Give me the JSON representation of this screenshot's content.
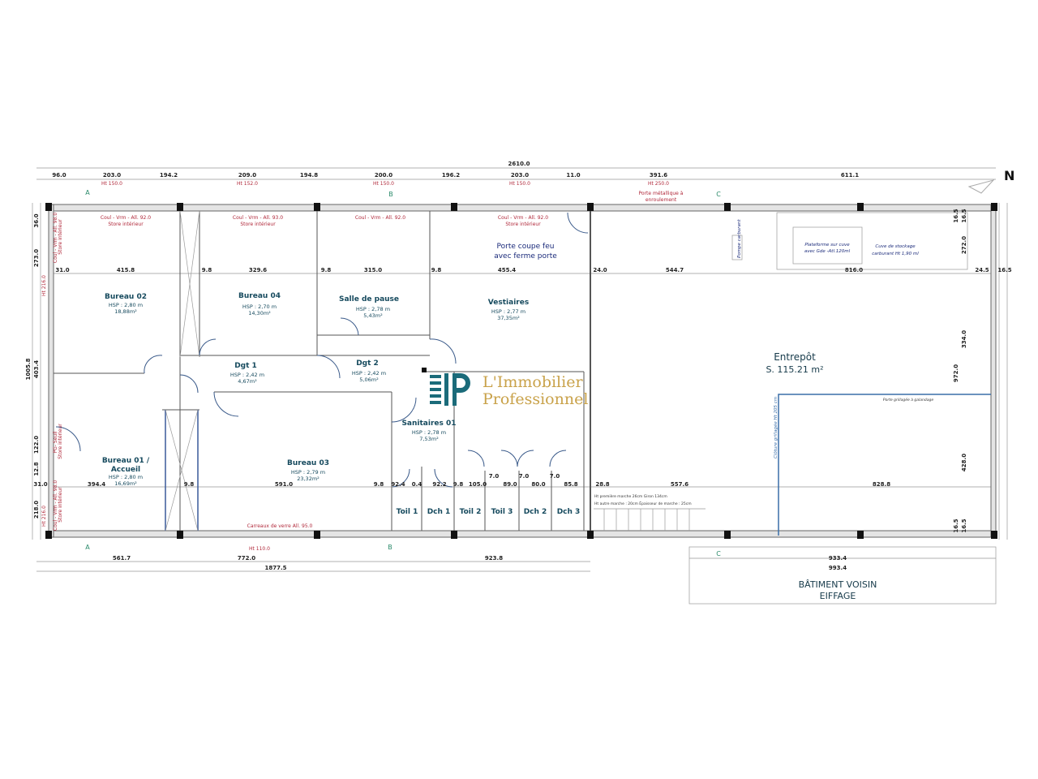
{
  "dimensions": {
    "total_top": "2610.0",
    "top_row": [
      "96.0",
      "203.0",
      "194.2",
      "209.0",
      "194.8",
      "200.0",
      "196.2",
      "203.0",
      "11.0",
      "391.6",
      "611.1"
    ],
    "top_heights": [
      "Ht 150.0",
      "Ht 152.0",
      "Ht 150.0",
      "Ht 150.0",
      "Ht 250.0"
    ],
    "inner_top": [
      "31.0",
      "415.8",
      "9.8",
      "329.6",
      "9.8",
      "315.0",
      "9.8",
      "455.4",
      "24.0",
      "544.7",
      "816.0",
      "24.5",
      "16.5"
    ],
    "inner_bottom": [
      "31.0",
      "394.4",
      "9.8",
      "591.0",
      "9.8",
      "92.4",
      "0.4",
      "92.2",
      "9.8",
      "105.0",
      "7.0",
      "89.0",
      "7.0",
      "80.0",
      "7.0",
      "85.8",
      "28.8",
      "557.6",
      "828.8"
    ],
    "bottom_row": [
      "561.7",
      "772.0",
      "923.8"
    ],
    "bottom_total": "1877.5",
    "bottom_height": "Ht 110.0",
    "neighbour": [
      "933.4",
      "993.4"
    ],
    "left_vertical": [
      "36.0",
      "273.0",
      "1005.8",
      "403.4",
      "122.0",
      "12.8",
      "218.0"
    ],
    "left_heights": [
      "Ht 216.0",
      "Ht 216.0"
    ],
    "right_vertical": [
      "16.5",
      "16.5",
      "272.0",
      "334.0",
      "972.0",
      "428.0",
      "16.5",
      "16.5"
    ]
  },
  "grid_axes": [
    "A",
    "B",
    "C"
  ],
  "windows": [
    {
      "line1": "Coul - Vrm - All. 92.0",
      "line2": "Store intérieur"
    },
    {
      "line1": "Coul - Vrm - All. 93.0",
      "line2": "Store intérieur"
    },
    {
      "line1": "Coul - Vrm - All. 92.0",
      "line2": ""
    },
    {
      "line1": "Coul - Vrm - All. 92.0",
      "line2": "Store intérieur"
    }
  ],
  "left_windows": [
    "Coul - Vrm - All. 98.0 Store intérieur",
    "PG- Seuil Store intérieur",
    "Coul - Vrm - All. 98.0 Store intérieur"
  ],
  "glass_blocks": "Carreaux de verre All. 95.0",
  "metal_door": [
    "Porte métallique à",
    "enroulement"
  ],
  "fire_door": [
    "Porte coupe feu",
    "avec ferme porte"
  ],
  "rooms": [
    {
      "name": "Bureau 02",
      "hsp": "HSP : 2,80 m",
      "area": "18,88m²"
    },
    {
      "name": "Bureau 04",
      "hsp": "HSP : 2,70 m",
      "area": "14,30m²"
    },
    {
      "name": "Salle de pause",
      "hsp": "HSP : 2,78 m",
      "area": "5,43m²"
    },
    {
      "name": "Vestiaires",
      "hsp": "HSP : 2,77 m",
      "area": "37,35m²"
    },
    {
      "name": "Dgt 1",
      "hsp": "HSP : 2,42 m",
      "area": "4,67m²"
    },
    {
      "name": "Dgt 2",
      "hsp": "HSP : 2,42 m",
      "area": "5,06m²"
    },
    {
      "name": "Sanitaires 01",
      "hsp": "HSP : 2,78 m",
      "area": "7,53m²"
    },
    {
      "name": "Bureau 01 /",
      "name2": "Accueil",
      "hsp": "HSP : 2,80 m",
      "area": "16,69m²"
    },
    {
      "name": "Bureau 03",
      "hsp": "HSP : 2,79 m",
      "area": "23,32m²"
    }
  ],
  "cubicles": [
    "Toil 1",
    "Dch 1",
    "Toil 2",
    "Toil 3",
    "Dch 2",
    "Dch 3"
  ],
  "warehouse": {
    "name": "Entrepôt",
    "area": "S. 115.21 m²"
  },
  "equipment": {
    "pump": "Pompe carburant",
    "platform": [
      "Plateforme sur cuve",
      "avec Gde -Atl.120ml"
    ],
    "tank": [
      "Cuve de stockage",
      "carburant Ht 1,90 ml"
    ],
    "fence": "Clôture grillagée Ht 205 cm",
    "sliding_gate": "Porte grillagée à galandage"
  },
  "stairs": [
    "Ht première marche 26cm   Giron 134cm",
    "Ht autre marche : 20cm   Épaisseur de marche : 25cm"
  ],
  "neighbour_building": [
    "BÂTIMENT VOISIN",
    "EIFFAGE"
  ],
  "north": "N",
  "logo": {
    "line1": "L'Immobilier",
    "line2": "Professionnel",
    "mark": "IP"
  },
  "colors": {
    "teal": "#164a5e",
    "gold": "#c9a24a",
    "red": "#b0283a"
  }
}
